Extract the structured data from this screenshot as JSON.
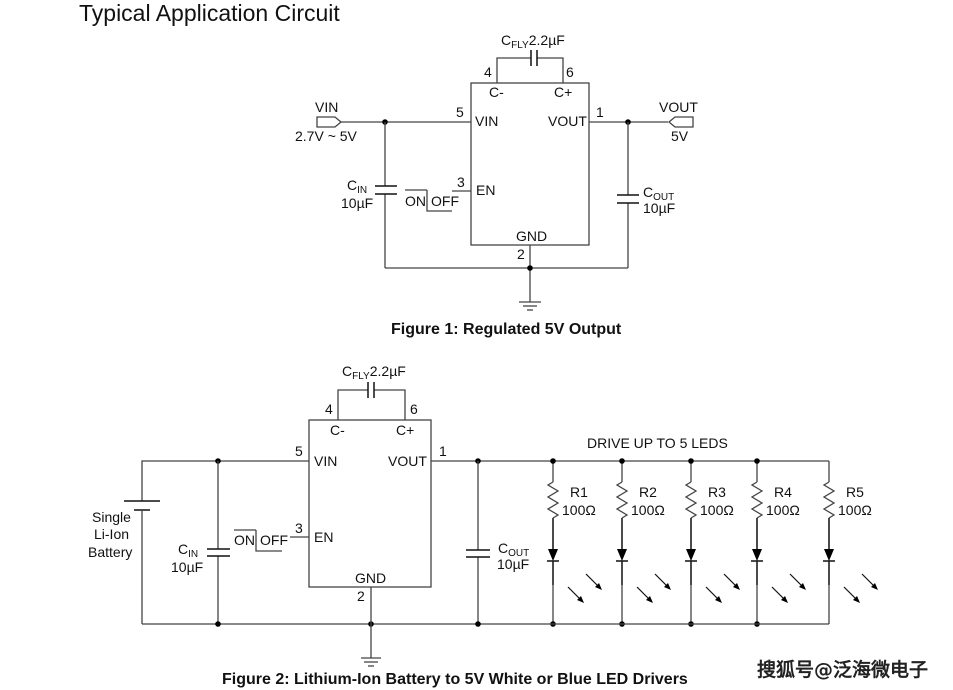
{
  "page": {
    "title": "Typical Application Circuit",
    "watermark": "搜狐号@泛海微电子"
  },
  "figure1": {
    "caption": "Figure 1: Regulated 5V Output",
    "ic": {
      "pins": {
        "c_minus": {
          "num": "4",
          "label": "C-"
        },
        "c_plus": {
          "num": "6",
          "label": "C+"
        },
        "vin": {
          "num": "5",
          "label": "VIN"
        },
        "vout": {
          "num": "1",
          "label": "VOUT"
        },
        "en": {
          "num": "3",
          "label": "EN"
        },
        "gnd": {
          "num": "2",
          "label": "GND"
        }
      }
    },
    "cfly": {
      "name": "C",
      "sub": "FLY",
      "value": "2.2µF"
    },
    "cin": {
      "name": "C",
      "sub": "IN",
      "value": "10µF"
    },
    "cout": {
      "name": "C",
      "sub": "OUT",
      "value": "10µF"
    },
    "vin_port": {
      "label": "VIN",
      "range": "2.7V ~ 5V"
    },
    "vout_port": {
      "label": "VOUT",
      "value": "5V"
    },
    "switch": {
      "on": "ON",
      "off": "OFF"
    }
  },
  "figure2": {
    "caption": "Figure 2: Lithium-Ion Battery to 5V White or Blue LED Drivers",
    "ic": {
      "pins": {
        "c_minus": {
          "num": "4",
          "label": "C-"
        },
        "c_plus": {
          "num": "6",
          "label": "C+"
        },
        "vin": {
          "num": "5",
          "label": "VIN"
        },
        "vout": {
          "num": "1",
          "label": "VOUT"
        },
        "en": {
          "num": "3",
          "label": "EN"
        },
        "gnd": {
          "num": "2",
          "label": "GND"
        }
      }
    },
    "cfly": {
      "name": "C",
      "sub": "FLY",
      "value": "2.2µF"
    },
    "cin": {
      "name": "C",
      "sub": "IN",
      "value": "10µF"
    },
    "cout": {
      "name": "C",
      "sub": "OUT",
      "value": "10µF"
    },
    "battery": {
      "lines": [
        "Single",
        "Li-Ion",
        "Battery"
      ]
    },
    "switch": {
      "on": "ON",
      "off": "OFF"
    },
    "led_header": "DRIVE UP TO 5 LEDS",
    "resistors": [
      {
        "name": "R1",
        "value": "100Ω"
      },
      {
        "name": "R2",
        "value": "100Ω"
      },
      {
        "name": "R3",
        "value": "100Ω"
      },
      {
        "name": "R4",
        "value": "100Ω"
      },
      {
        "name": "R5",
        "value": "100Ω"
      }
    ]
  }
}
